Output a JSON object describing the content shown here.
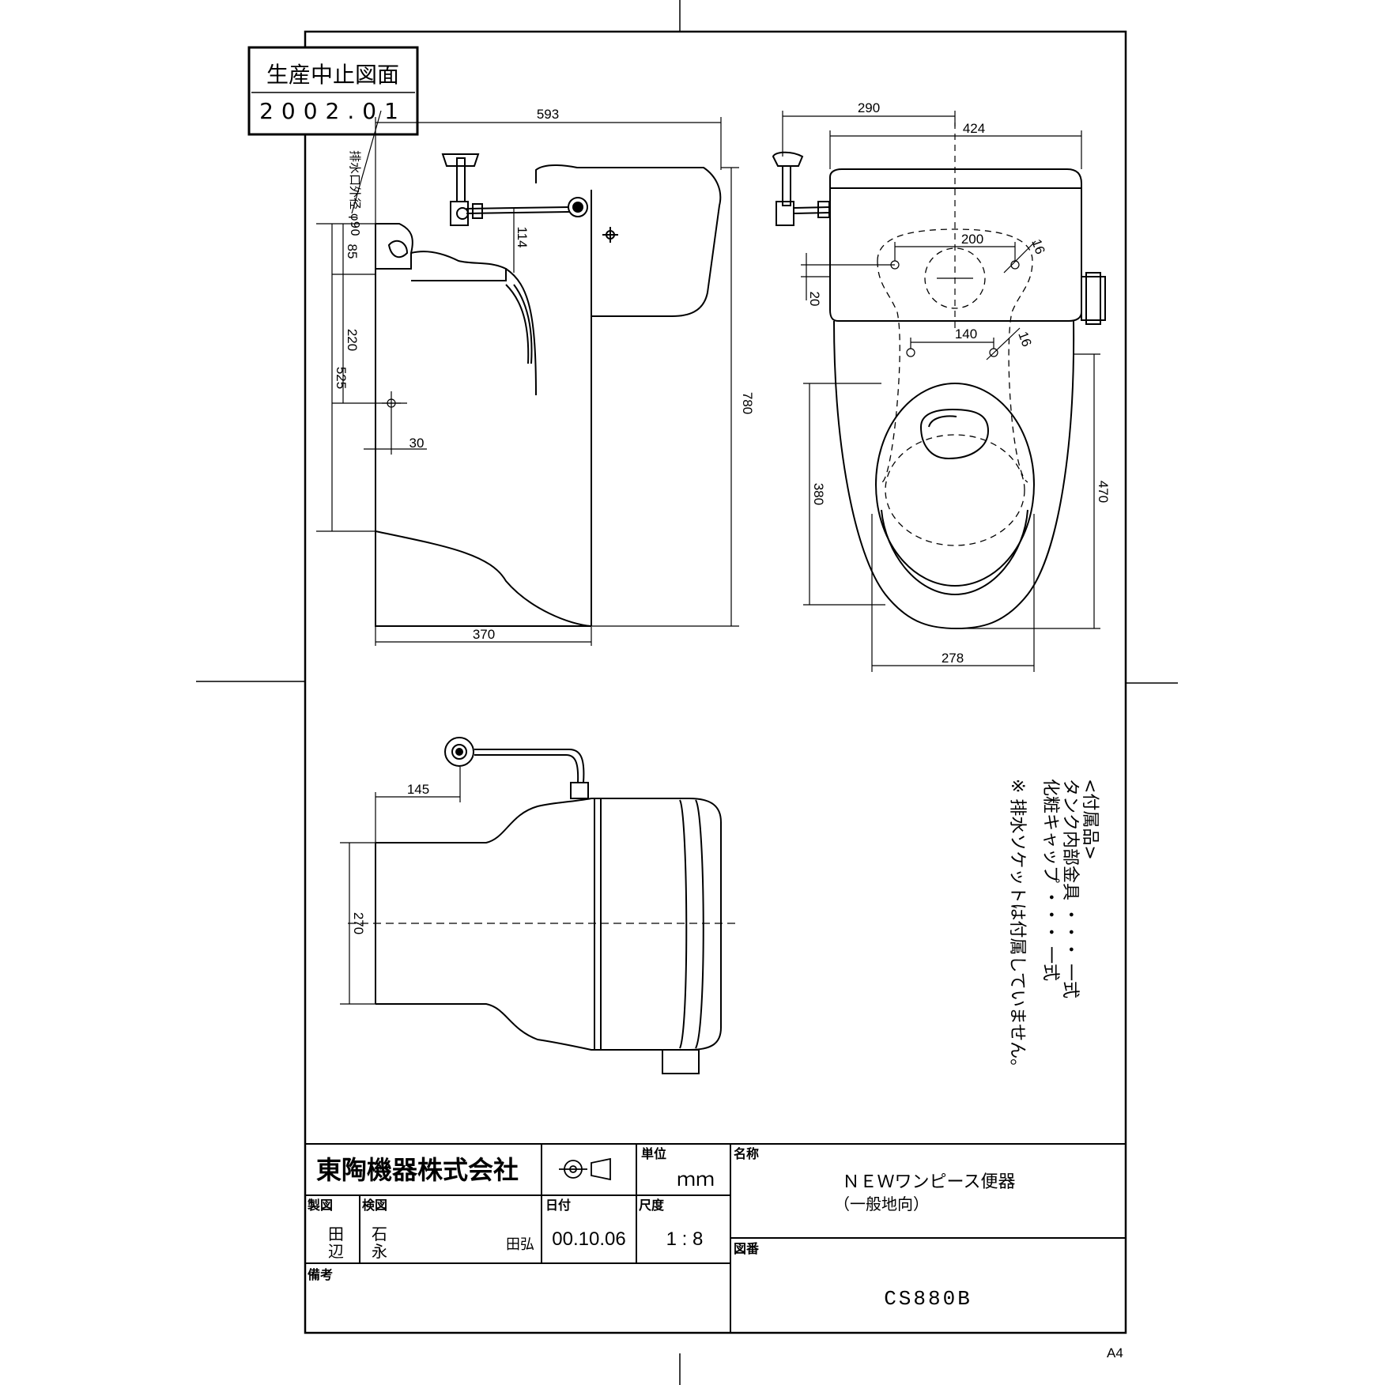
{
  "stamp": {
    "title": "生産中止図面",
    "date": "2002.01"
  },
  "dimensions": {
    "side_593": "593",
    "side_85": "85",
    "side_114": "114",
    "side_220": "220",
    "side_525": "525",
    "side_30": "30",
    "side_780": "780",
    "side_370": "370",
    "drain_label": "排水口外径 φ90",
    "front_290": "290",
    "front_424": "424",
    "front_200": "200",
    "front_16a": "16",
    "front_20": "20",
    "front_140": "140",
    "front_16b": "16",
    "front_380": "380",
    "front_470": "470",
    "front_278": "278",
    "top_145": "145",
    "top_270": "270"
  },
  "notes": {
    "accessories_header": "<付属品>",
    "line1": "タンク内部金具 ・・・ 一式",
    "line2": "化粧キャップ ・・・ 一式",
    "line3": "※ 排水ソケットは付属していません。"
  },
  "title_block": {
    "company": "東陶機器株式会社",
    "unit_label": "単位",
    "unit_value": "ｍｍ",
    "name_label": "名称",
    "name_value": "ＮＥＷワンピース便器",
    "name_sub": "（一般地向）",
    "drawn_label": "製図",
    "drawn_value_1": "田",
    "drawn_value_2": "辺",
    "checked_label": "検図",
    "checked_value_1": "石",
    "checked_value_2": "永",
    "approve_value": "田弘",
    "date_label": "日付",
    "date_value": "00.10.06",
    "scale_label": "尺度",
    "scale_value": "1 : 8",
    "number_label": "図番",
    "number_value": "CS880B",
    "remarks_label": "備考"
  },
  "sheet_size": "A4"
}
